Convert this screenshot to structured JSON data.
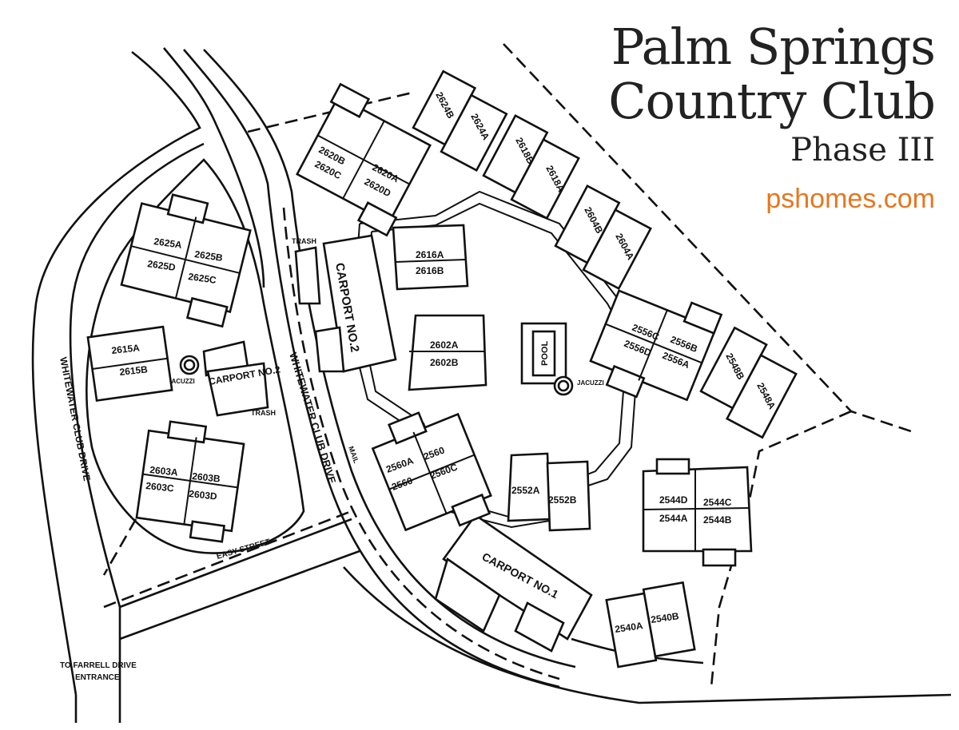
{
  "title": {
    "line1": "Palm Springs",
    "line2": "Country Club",
    "line3": "Phase III",
    "website": "pshomes.com",
    "website_color": "#e8761e"
  },
  "roads": {
    "whitewater_west": "WHITEWATER CLUB DRIVE",
    "whitewater_center": "WHITEWATER CLUB DRIVE",
    "easy_street": "EASY STREET",
    "entrance": [
      "TO FARRELL DRIVE",
      "ENTRANCE"
    ]
  },
  "facilities": {
    "carport1": "CARPORT NO.1",
    "carport2_main": "CARPORT NO.2",
    "carport2_small": "CARPORT NO.2",
    "trash_north": "TRASH",
    "trash_west": "TRASH",
    "mail": "MAIL",
    "pool": "POOL",
    "jacuzzi_west": "JACUZZI",
    "jacuzzi_pool": "JACUZZI"
  },
  "units": {
    "u2624B": "2624B",
    "u2624A": "2624A",
    "u2620B": "2620B",
    "u2620A": "2620A",
    "u2620C": "2620C",
    "u2620D": "2620D",
    "u2618B": "2618B",
    "u2618A": "2618A",
    "u2604B": "2604B",
    "u2604A": "2604A",
    "u2625A": "2625A",
    "u2625B": "2625B",
    "u2625D": "2625D",
    "u2625C": "2625C",
    "u2616A": "2616A",
    "u2616B": "2616B",
    "u2602A": "2602A",
    "u2602B": "2602B",
    "u2615A": "2615A",
    "u2615B": "2615B",
    "u2556C": "2556C",
    "u2556B": "2556B",
    "u2556D": "2556D",
    "u2556A": "2556A",
    "u2548B": "2548B",
    "u2548A": "2548A",
    "u2603A": "2603A",
    "u2603B": "2603B",
    "u2603C": "2603C",
    "u2603D": "2603D",
    "u2560A": "2560A",
    "u2560_1": "2560",
    "u2560_2": "2560",
    "u2560C": "2560C",
    "u2552A": "2552A",
    "u2552B": "2552B",
    "u2544D": "2544D",
    "u2544C": "2544C",
    "u2544A": "2544A",
    "u2544B": "2544B",
    "u2540A": "2540A",
    "u2540B": "2540B"
  }
}
